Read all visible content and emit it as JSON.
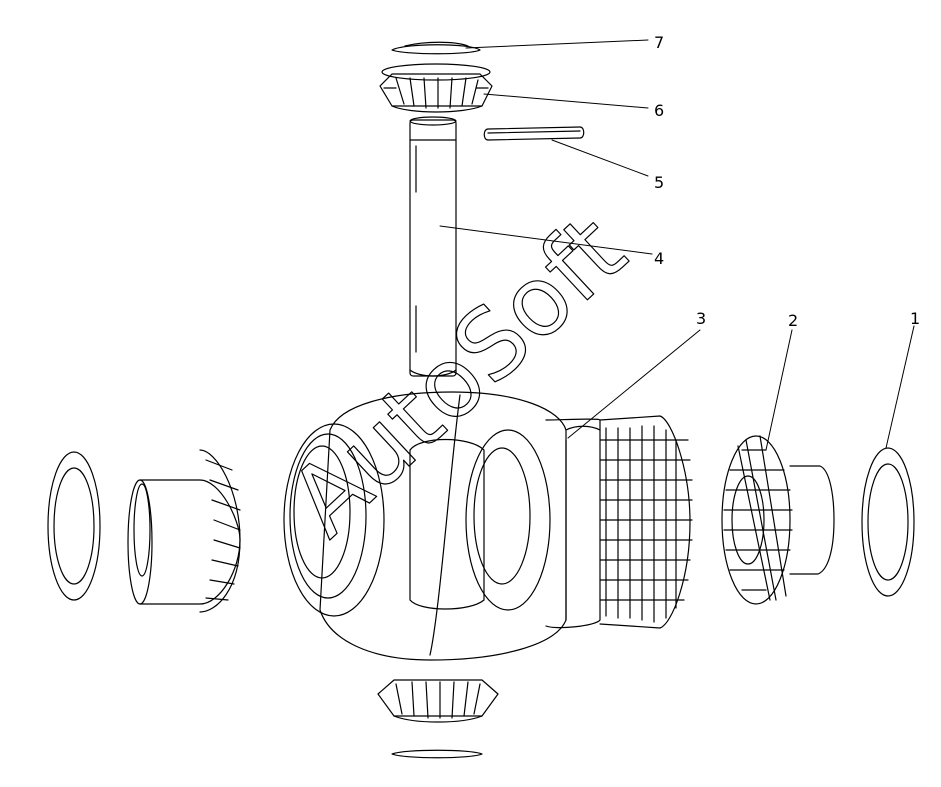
{
  "watermark": {
    "text": "AutoSoft"
  },
  "callouts": [
    {
      "id": "washer-top",
      "label": "7"
    },
    {
      "id": "pinion-gear-top",
      "label": "6"
    },
    {
      "id": "lock-pin",
      "label": "5"
    },
    {
      "id": "cross-shaft",
      "label": "4"
    },
    {
      "id": "differential-case",
      "label": "3"
    },
    {
      "id": "side-gear-right",
      "label": "2"
    },
    {
      "id": "thrust-washer-right",
      "label": "1"
    }
  ],
  "colors": {
    "line": "#000000",
    "background": "#ffffff",
    "watermark": "#000000"
  }
}
